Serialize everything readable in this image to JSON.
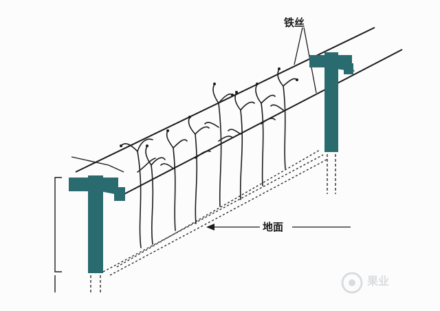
{
  "labels": {
    "wire": "铁丝",
    "ground": "地面"
  },
  "watermark": {
    "text": "果业"
  },
  "colors": {
    "post": "#2a6b6f",
    "line": "#1a1a1a",
    "watermark": "#9aa3a8"
  }
}
